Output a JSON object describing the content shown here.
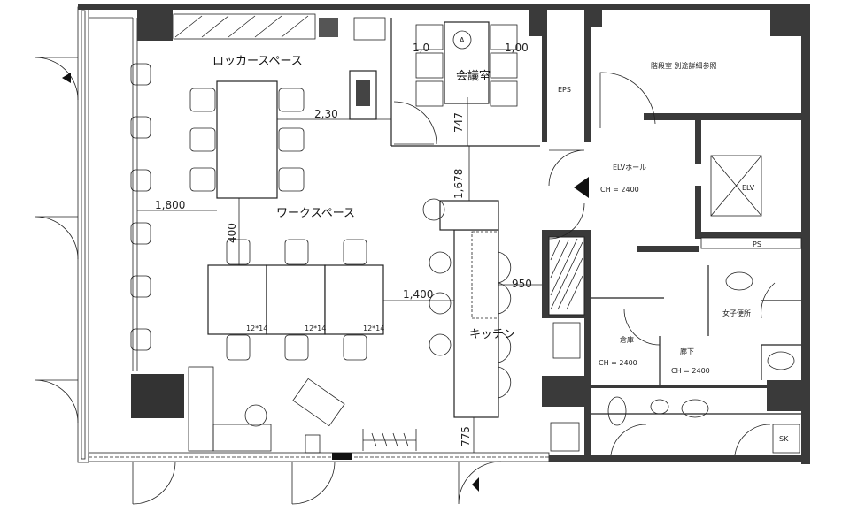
{
  "rooms": {
    "locker": "ロッカースペース",
    "meeting": "会議室",
    "work": "ワークスペース",
    "kitchen": "キッチン",
    "eps": "EPS",
    "stair": "階段室 別途詳細参照",
    "elv_hall": "ELVホール",
    "elv": "ELV",
    "ps": "PS",
    "womens_wc": "女子便所",
    "storage": "倉庫",
    "corridor": "廊下",
    "sk": "SK"
  },
  "ceiling_heights": [
    "CH = 2400",
    "CH = 2400",
    "CH = 2400"
  ],
  "dimensions": {
    "d1800": "1,800",
    "d2300": "2,30",
    "d1000a": "1,0",
    "d1000b": "1,00",
    "d747": "747",
    "d1678": "1,678",
    "d400": "400",
    "d1400": "1,400",
    "d950": "950",
    "d775": "775"
  },
  "tables": [
    "12*14",
    "12*14",
    "12*14"
  ],
  "marker": "A"
}
